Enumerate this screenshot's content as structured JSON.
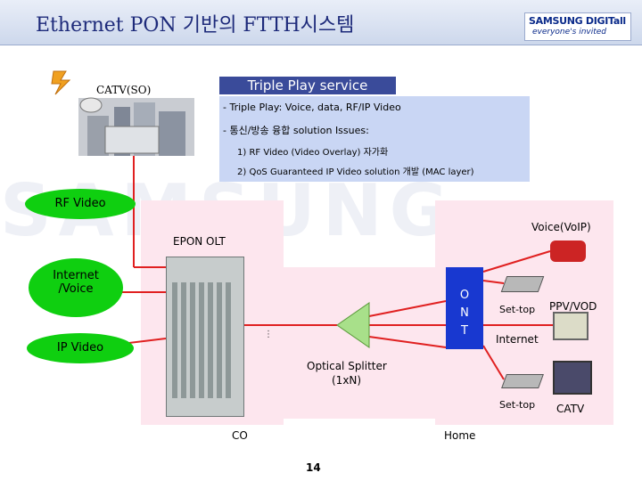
{
  "header": {
    "title": "Ethernet PON 기반의 FTTH시스템",
    "logo_line1": "SAMSUNG DIGITall",
    "logo_line2": "everyone's invited"
  },
  "watermark": "SAMSUNG",
  "catv_so_label": "CATV(SO)",
  "triple_play": {
    "heading": "Triple Play service",
    "line1": "- Triple Play: Voice, data, RF/IP Video",
    "line2": "- 통신/방송 융합 solution Issues:",
    "item1": "1) RF Video (Video Overlay) 자가화",
    "item2": "2) QoS Guaranteed IP Video solution 개발 (MAC layer)"
  },
  "clouds": {
    "rf_video": "RF Video",
    "internet_voice_1": "Internet",
    "internet_voice_2": "/Voice",
    "ip_video": "IP Video"
  },
  "labels": {
    "voip": "Voice(VoIP)",
    "epon_olt": "EPON OLT",
    "onu_o": "O",
    "onu_n": "N",
    "onu_t": "T",
    "settop_1": "Set-top",
    "ppv_vod": "PPV/VOD",
    "internet": "Internet",
    "optical_splitter": "Optical Splitter",
    "splitter_ratio": "(1xN)",
    "settop_2": "Set-top",
    "catv": "CATV",
    "co": "CO",
    "home": "Home"
  },
  "page_number": "14",
  "colors": {
    "title_text": "#1d2a7a",
    "heading_bg": "#3a4b9a",
    "desc_bg": "#c9d6f4",
    "cloud_green": "#0fcf10",
    "zone_pink": "#fde6ee",
    "link_red": "#e02020",
    "onu_blue": "#1838d0"
  }
}
